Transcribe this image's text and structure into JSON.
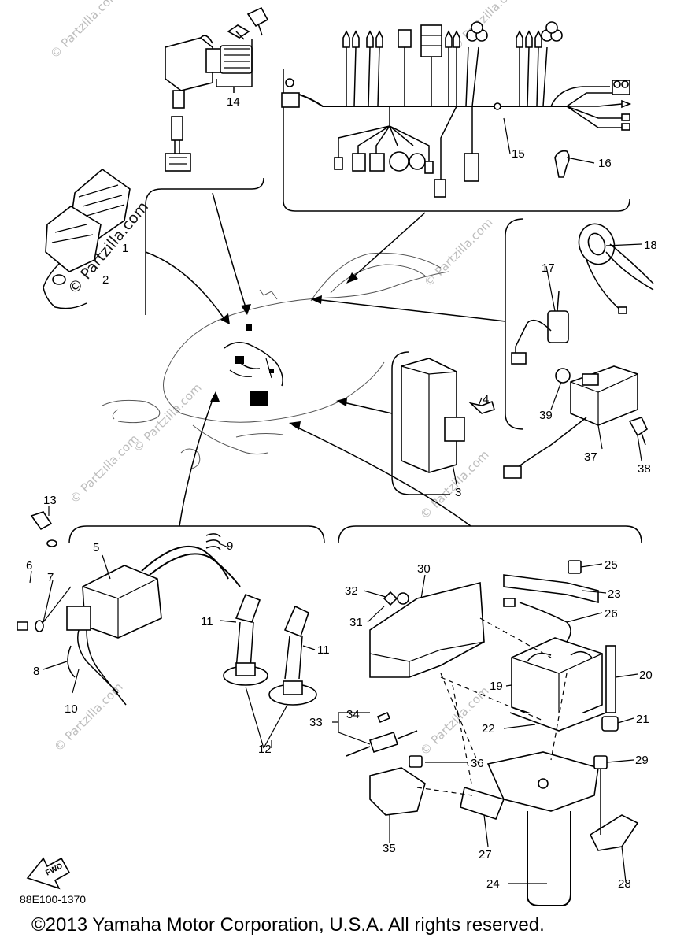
{
  "diagram": {
    "part_numbers": [
      "1",
      "2",
      "3",
      "4",
      "5",
      "6",
      "7",
      "8",
      "9",
      "10",
      "11",
      "11",
      "12",
      "13",
      "14",
      "15",
      "16",
      "17",
      "18",
      "19",
      "20",
      "21",
      "22",
      "23",
      "24",
      "25",
      "26",
      "27",
      "28",
      "29",
      "30",
      "31",
      "32",
      "33",
      "34",
      "35",
      "36",
      "37",
      "38",
      "39"
    ],
    "drawing_code": "88E100-1370",
    "fwd_label": "FWD",
    "watermark": "© Partzilla.com",
    "copyright": "©2013 Yamaha Motor Corporation, U.S.A. All rights reserved."
  }
}
